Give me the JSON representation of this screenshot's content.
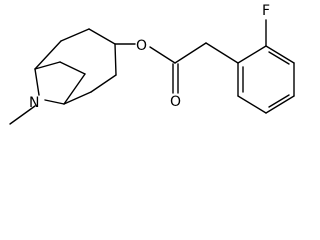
{
  "molecule": {
    "atom_labels": {
      "nitrogen": "N",
      "ester_oxygen": "O",
      "carbonyl_oxygen": "O",
      "fluorine": "F"
    }
  },
  "colors": {
    "bond": "#000000",
    "text": "#000000",
    "background": "#ffffff"
  }
}
